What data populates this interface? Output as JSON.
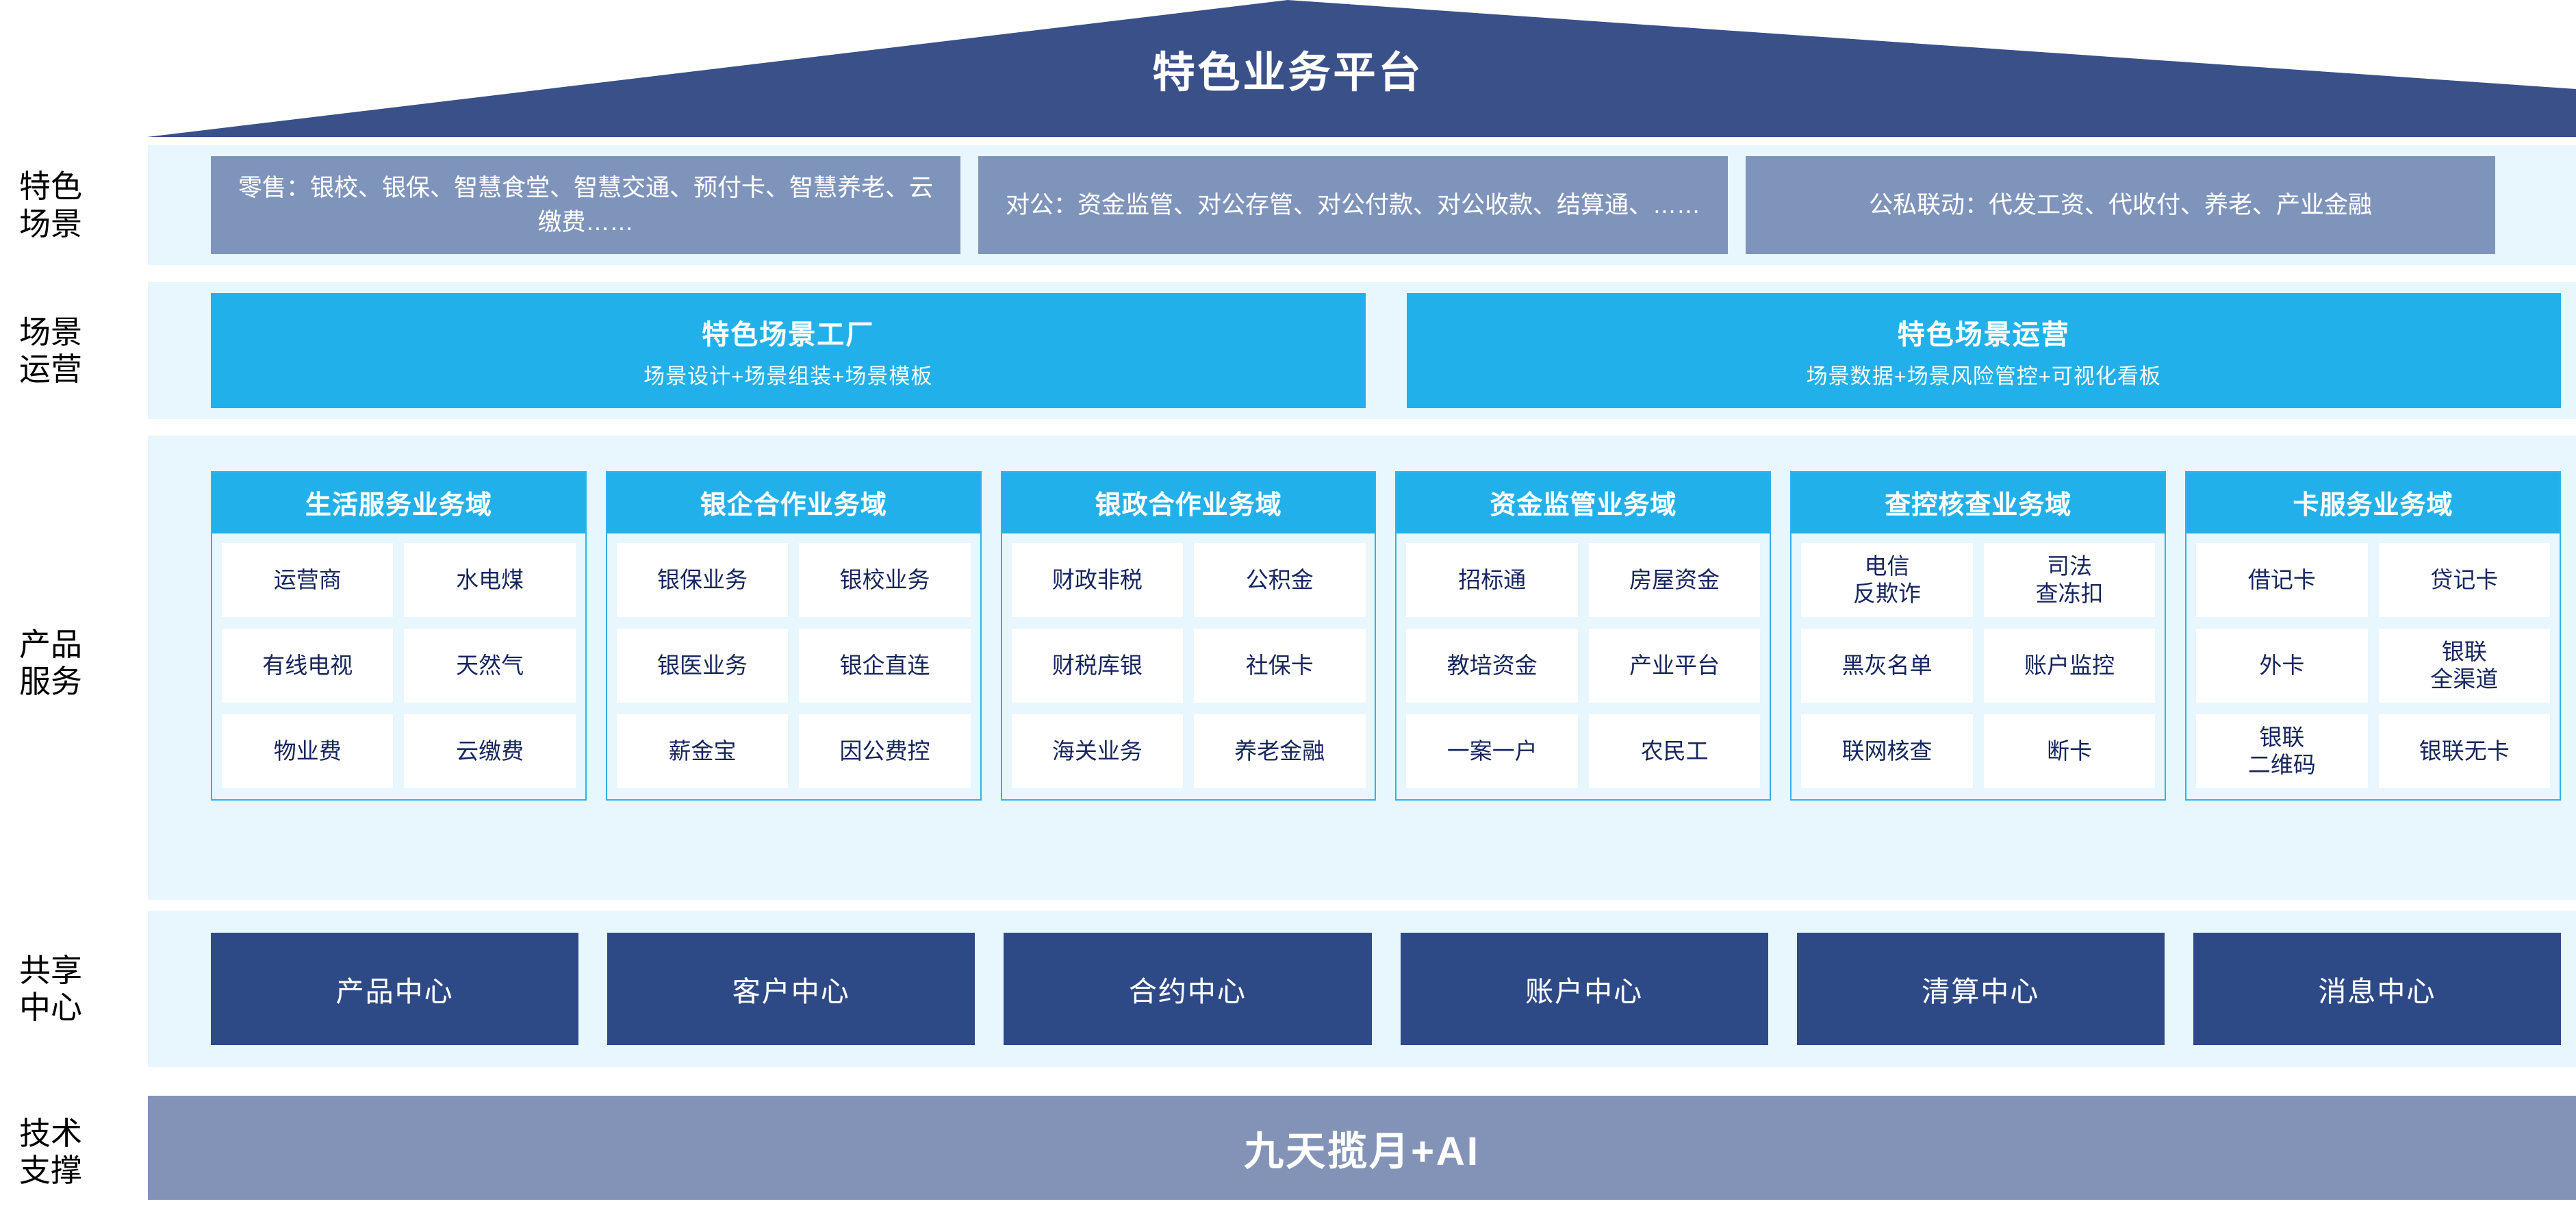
{
  "header": {
    "title": "特色业务平台",
    "roof_color": "#3a5089"
  },
  "rows": {
    "scenarios": {
      "label": "特色\n场景",
      "box_color": "#7f94bb",
      "boxes": [
        "零售：银校、银保、智慧食堂、智慧交通、预付卡、智慧养老、云缴费……",
        "对公：资金监管、对公存管、对公付款、对公收款、结算通、……",
        "公私联动：代发工资、代收付、养老、产业金融"
      ]
    },
    "operations": {
      "label": "场景\n运营",
      "box_color": "#22b0ea",
      "boxes": [
        {
          "title": "特色场景工厂",
          "subtitle": "场景设计+场景组装+场景模板"
        },
        {
          "title": "特色场景运营",
          "subtitle": "场景数据+场景风险管控+可视化看板"
        }
      ]
    },
    "products": {
      "label": "产品\n服务",
      "head_color": "#22b0ea",
      "cell_text_color": "#16255e",
      "domains": [
        {
          "title": "生活服务业务域",
          "cells": [
            [
              "运营商",
              "水电煤"
            ],
            [
              "有线电视",
              "天然气"
            ],
            [
              "物业费",
              "云缴费"
            ]
          ]
        },
        {
          "title": "银企合作业务域",
          "cells": [
            [
              "银保业务",
              "银校业务"
            ],
            [
              "银医业务",
              "银企直连"
            ],
            [
              "薪金宝",
              "因公费控"
            ]
          ]
        },
        {
          "title": "银政合作业务域",
          "cells": [
            [
              "财政非税",
              "公积金"
            ],
            [
              "财税库银",
              "社保卡"
            ],
            [
              "海关业务",
              "养老金融"
            ]
          ]
        },
        {
          "title": "资金监管业务域",
          "cells": [
            [
              "招标通",
              "房屋资金"
            ],
            [
              "教培资金",
              "产业平台"
            ],
            [
              "一案一户",
              "农民工"
            ]
          ]
        },
        {
          "title": "查控核查业务域",
          "cells": [
            [
              "电信\n反欺诈",
              "司法\n查冻扣"
            ],
            [
              "黑灰名单",
              "账户监控"
            ],
            [
              "联网核查",
              "断卡"
            ]
          ]
        },
        {
          "title": "卡服务业务域",
          "cells": [
            [
              "借记卡",
              "贷记卡"
            ],
            [
              "外卡",
              "银联\n全渠道"
            ],
            [
              "银联\n二维码",
              "银联无卡"
            ]
          ]
        }
      ]
    },
    "centers": {
      "label": "共享\n中心",
      "box_color": "#2d4a86",
      "boxes": [
        "产品中心",
        "客户中心",
        "合约中心",
        "账户中心",
        "清算中心",
        "消息中心"
      ]
    },
    "tech": {
      "label": "技术\n支撑",
      "bar_color": "#8393b8",
      "title": "九天揽月+AI"
    }
  }
}
